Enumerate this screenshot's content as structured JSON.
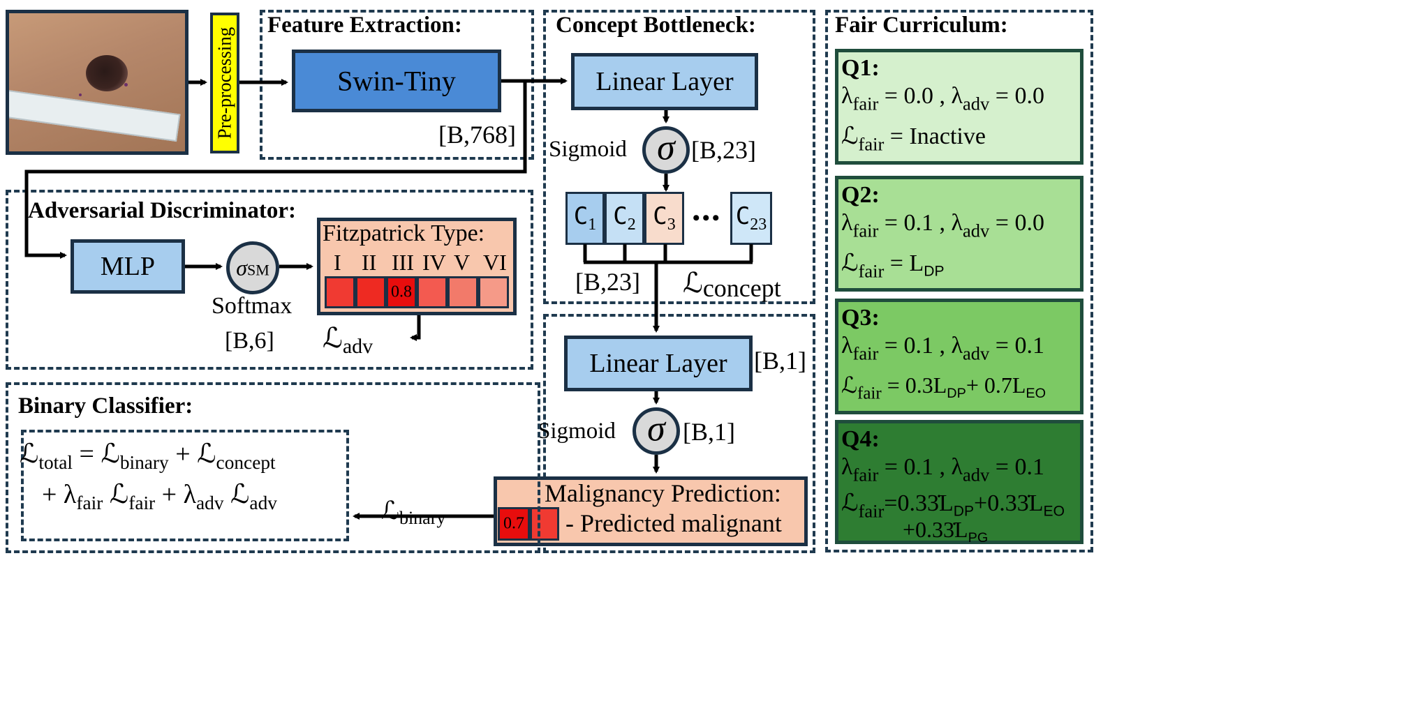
{
  "preprocessing": "Pre-processing",
  "feature_extraction": {
    "title": "Feature Extraction:",
    "backbone": "Swin-Tiny",
    "dim": "[B,768]"
  },
  "concept_bottleneck": {
    "title": "Concept Bottleneck:",
    "linear": "Linear Layer",
    "sigmoid": "Sigmoid",
    "sigma": "σ",
    "dim": "[B,23]",
    "concepts": [
      {
        "base": "C",
        "sub": "1",
        "color": "#a7cdee"
      },
      {
        "base": "C",
        "sub": "2",
        "color": "#c5e0f5"
      },
      {
        "base": "C",
        "sub": "3",
        "color": "#f8dccc"
      },
      {
        "base": "C",
        "sub": "23",
        "color": "#cfe7f8"
      }
    ],
    "ellipsis": "• • •",
    "concept_dim": "[B,23]",
    "loss": "ℒconcept"
  },
  "adversarial": {
    "title": "Adversarial Discriminator:",
    "mlp": "MLP",
    "softmax_symbol": "σSM",
    "softmax": "Softmax",
    "dim": "[B,6]",
    "fitz_title": "Fitzpatrick Type:",
    "types": [
      "I",
      "II",
      "III",
      "IV",
      "V",
      "VI"
    ],
    "cells": [
      {
        "color": "#f03a32",
        "value": ""
      },
      {
        "color": "#ee2a22",
        "value": ""
      },
      {
        "color": "#e80d0d",
        "value": "0.8"
      },
      {
        "color": "#f35a50",
        "value": ""
      },
      {
        "color": "#f27a6a",
        "value": ""
      },
      {
        "color": "#f59a88",
        "value": ""
      }
    ],
    "loss": "ℒadv"
  },
  "classifier_head": {
    "linear": "Linear Layer",
    "dim": "[B,1]",
    "sigmoid": "Sigmoid",
    "sigma": "σ",
    "sig_dim": "[B,1]",
    "pred_title": "Malignancy Prediction:",
    "pred_value": "0.7",
    "pred_label": "- Predicted malignant",
    "loss": "ℒbinary"
  },
  "binary_classifier": {
    "title": "Binary Classifier:",
    "line1": "ℒtotal = ℒbinary + ℒconcept",
    "line2": "+ λfair ℒfair + λadv ℒadv"
  },
  "fair_curriculum": {
    "title": "Fair Curriculum:",
    "quarters": [
      {
        "label": "Q1:",
        "l1": "λfair = 0.0 , λadv = 0.0",
        "l2": "ℒfair = Inactive",
        "l3": "",
        "color": "#d5f0cd"
      },
      {
        "label": "Q2:",
        "l1": "λfair = 0.1 , λadv = 0.0",
        "l2": "ℒfair = LDP",
        "l3": "",
        "color": "#a8df95"
      },
      {
        "label": "Q3:",
        "l1": "λfair = 0.1 , λadv = 0.1",
        "l2": "ℒfair = 0.3LDP+ 0.7LEO",
        "l3": "",
        "color": "#7cc964"
      },
      {
        "label": "Q4:",
        "l1": "λfair = 0.1 , λadv = 0.1",
        "l2": "ℒfair=0.33̇LDP+0.33̇LEO",
        "l3": "+0.33̇LPG",
        "color": "#2e7d32"
      }
    ]
  },
  "colors": {
    "dashed_border": "#1f3a4f",
    "arrow": "#000000",
    "swin": "#4a8ad6",
    "light_blue": "#a7cdee",
    "peach": "#f8c7ad",
    "yellow": "#ffff00",
    "sigma_fill": "#d9d9d9"
  }
}
